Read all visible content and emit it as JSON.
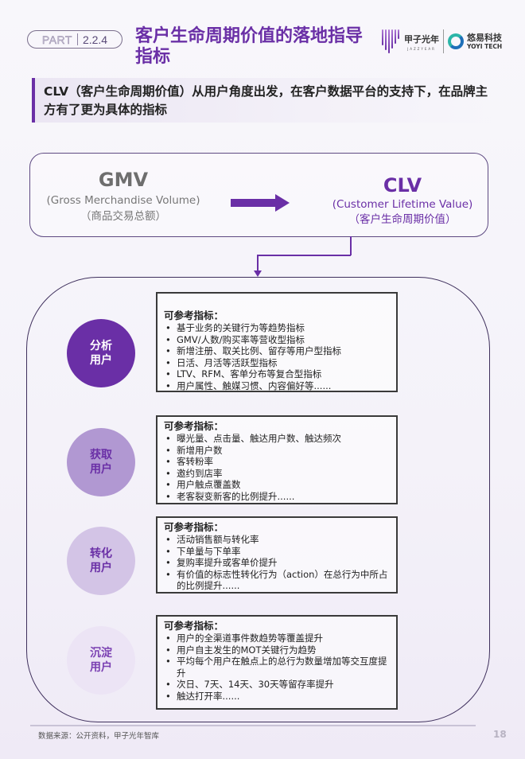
{
  "header": {
    "part_label": "PART",
    "section_number": "2.2.4",
    "title": "客户生命周期价值的落地指导指标",
    "logos": {
      "jazzyear_cn": "甲子光年",
      "jazzyear_en": "JAZZYEAR",
      "yoyi_cn": "悠易科技",
      "yoyi_en": "YOYI TECH"
    }
  },
  "subtitle": "CLV（客户生命周期价值）从用户角度出发，在客户数据平台的支持下，在品牌主方有了更为具体的指标",
  "transition": {
    "from": {
      "title": "GMV",
      "en": "(Gross Merchandise Volume)",
      "cn": "（商品交易总额）"
    },
    "to": {
      "title": "CLV",
      "en": "(Customer Lifetime Value)",
      "cn": "（客户生命周期价值）"
    }
  },
  "stages": [
    {
      "line1": "分析",
      "line2": "用户",
      "heading": "可参考指标：",
      "items": [
        "基于业务的关键行为等趋势指标",
        "GMV/人数/购买率等营收型指标",
        "新增注册、取关比例、留存等用户型指标",
        "日活、月活等活跃型指标",
        "LTV、RFM、客单分布等复合型指标",
        "用户属性、触媒习惯、内容偏好等......"
      ]
    },
    {
      "line1": "获取",
      "line2": "用户",
      "heading": "可参考指标：",
      "items": [
        "曝光量、点击量、触达用户数、触达频次",
        "新增用户数",
        "客转粉率",
        "邀约到店率",
        "用户触点覆盖数",
        "老客裂变新客的比例提升......"
      ]
    },
    {
      "line1": "转化",
      "line2": "用户",
      "heading": "可参考指标：",
      "items": [
        "活动销售额与转化率",
        "下单量与下单率",
        "复购率提升或客单价提升",
        "有价值的标志性转化行为（action）在总行为中所占的比例提升......"
      ]
    },
    {
      "line1": "沉淀",
      "line2": "用户",
      "heading": "可参考指标：",
      "items": [
        "用户的全渠道事件数趋势等覆盖提升",
        "用户自主发生的MOT关键行为趋势",
        "平均每个用户在触点上的总行为数量增加等交互度提升",
        "次日、7天、14天、30天等留存率提升",
        "触达打开率......"
      ]
    }
  ],
  "footer": {
    "source": "数据来源：公开资料，甲子光年智库",
    "page_number": "18"
  },
  "colors": {
    "brand_purple": "#6a2fa6",
    "stage_1": "#6a2fa6",
    "stage_2": "#b198d2",
    "stage_3": "#d3c4e6",
    "stage_4": "#ece4f5",
    "gmv_gray": "#6e6e6e"
  }
}
